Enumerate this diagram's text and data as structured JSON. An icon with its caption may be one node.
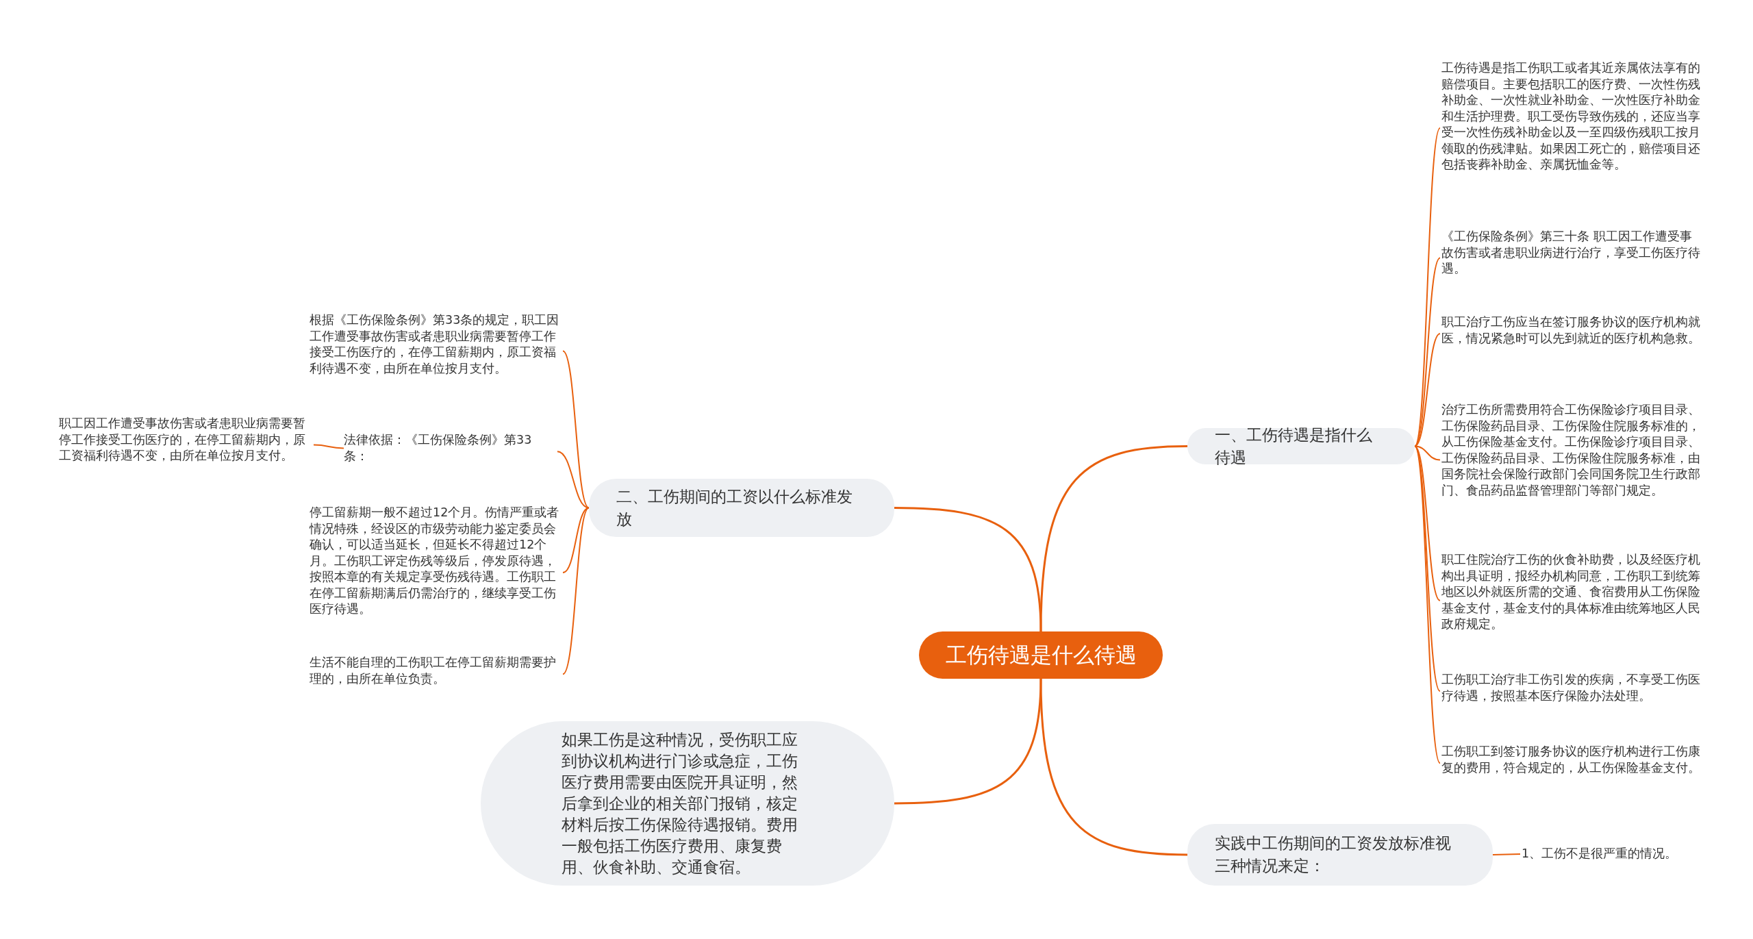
{
  "diagram": {
    "nodes": [
      {
        "text": [
          "工伤待遇是什么待遇"
        ]
      },
      {
        "text": [
          "一、工伤待遇是指什么待遇"
        ]
      },
      {
        "text": [
          "工伤待遇是指工伤职工或者其近亲属依法享有的赔偿项目。主要包括职工的医疗费、一次性伤残补助金、一次性就业补助金、一次性医疗补助金和生活护理费。职工受伤导致伤残的，还应当享受一次性伤残补助金以及一至四级伤残职工按月领取的伤残津贴。如果因工死亡的，赔偿项目还包括丧葬补助金、亲属抚恤金等。"
        ]
      },
      {
        "text": [
          "《工伤保险条例》第三十条 职工因工作遭受事故伤害或者患职业病进行治疗，享受工伤医疗待遇。"
        ]
      },
      {
        "text": [
          "职工治疗工伤应当在签订服务协议的医疗机构就医，情况紧急时可以先到就近的医疗机构急救。"
        ]
      },
      {
        "text": [
          "治疗工伤所需费用符合工伤保险诊疗项目目录、工伤保险药品目录、工伤保险住院服务标准的，从工伤保险基金支付。工伤保险诊疗项目目录、工伤保险药品目录、工伤保险住院服务标准，由国务院社会保险行政部门会同国务院卫生行政部门、食品药品监督管理部门等部门规定。"
        ]
      },
      {
        "text": [
          "职工住院治疗工伤的伙食补助费，以及经医疗机构出具证明，报经办机构同意，工伤职工到统筹地区以外就医所需的交通、食宿费用从工伤保险基金支付，基金支付的具体标准由统筹地区人民政府规定。"
        ]
      },
      {
        "text": [
          "工伤职工治疗非工伤引发的疾病，不享受工伤医疗待遇，按照基本医疗保险办法处理。"
        ]
      },
      {
        "text": [
          "工伤职工到签订服务协议的医疗机构进行工伤康复的费用，符合规定的，从工伤保险基金支付。"
        ]
      },
      {
        "text": [
          "二、工伤期间的工资以什么标准发放"
        ]
      },
      {
        "text": [
          "根据《工伤保险条例》第33条的规定，职工因工作遭受事故伤害或者患职业病需要暂停工作接受工伤医疗的，在停工留薪期内，原工资福利待遇不变，由所在单位按月支付。"
        ]
      },
      {
        "text": [
          "法律依据：《工伤保险条例》第33条："
        ]
      },
      {
        "text": [
          "职工因工作遭受事故伤害或者患职业病需要暂停工作接受工伤医疗的，在停工留薪期内，原工资福利待遇不变，由所在单位按月支付。"
        ]
      },
      {
        "text": [
          "停工留薪期一般不超过12个月。伤情严重或者情况特殊，经设区的市级劳动能力鉴定委员会确认，可以适当延长，但延长不得超过12个月。工伤职工评定伤残等级后，停发原待遇，按照本章的有关规定享受伤残待遇。工伤职工在停工留薪期满后仍需治疗的，继续享受工伤医疗待遇。"
        ]
      },
      {
        "text": [
          "生活不能自理的工伤职工在停工留薪期需要护理的，由所在单位负责。"
        ]
      },
      {
        "text": [
          "如果工伤是这种情况，受伤职工应到协议机构进行门诊或急症，工伤医疗费用需要由医院开具证明，然后拿到企业的相关部门报销，核定材料后按工伤保险待遇报销。费用一般包括工伤医疗费用、康复费用、伙食补助、交通食宿。"
        ]
      },
      {
        "text": [
          "实践中工伤期间的工资发放标准视三种情况来定："
        ]
      },
      {
        "text": [
          "1、工伤不是很严重的情况。"
        ]
      }
    ],
    "edges": [
      {
        "from": 0,
        "to": 1,
        "arrow": "none"
      },
      {
        "from": 1,
        "to": 2,
        "arrow": "none"
      },
      {
        "from": 1,
        "to": 3,
        "arrow": "none"
      },
      {
        "from": 1,
        "to": 4,
        "arrow": "none"
      },
      {
        "from": 1,
        "to": 5,
        "arrow": "none"
      },
      {
        "from": 1,
        "to": 6,
        "arrow": "none"
      },
      {
        "from": 1,
        "to": 7,
        "arrow": "none"
      },
      {
        "from": 1,
        "to": 8,
        "arrow": "none"
      },
      {
        "from": 0,
        "to": 9,
        "arrow": "none"
      },
      {
        "from": 9,
        "to": 10,
        "arrow": "none"
      },
      {
        "from": 9,
        "to": 11,
        "arrow": "none"
      },
      {
        "from": 11,
        "to": 12,
        "arrow": "none"
      },
      {
        "from": 9,
        "to": 13,
        "arrow": "none"
      },
      {
        "from": 9,
        "to": 14,
        "arrow": "none"
      },
      {
        "from": 0,
        "to": 15,
        "arrow": "none"
      },
      {
        "from": 0,
        "to": 16,
        "arrow": "none"
      },
      {
        "from": 16,
        "to": 17,
        "arrow": "none"
      }
    ]
  }
}
